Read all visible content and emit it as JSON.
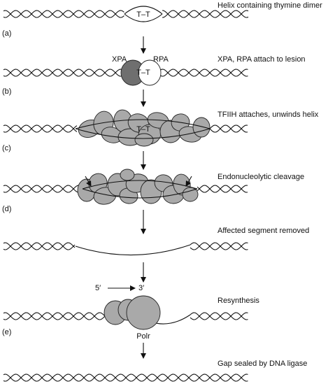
{
  "steps": [
    {
      "id": "a",
      "panel": "(a)",
      "caption": "Helix containing thymine dimer"
    },
    {
      "id": "b",
      "panel": "(b)",
      "caption": "XPA, RPA attach to lesion"
    },
    {
      "id": "c",
      "panel": "(c)",
      "caption": "TFIIH attaches, unwinds helix"
    },
    {
      "id": "d",
      "panel": "(d)",
      "caption": "Endonucleolytic cleavage"
    },
    {
      "id": "removed",
      "panel": "",
      "caption": "Affected segment removed"
    },
    {
      "id": "e",
      "panel": "(e)",
      "caption": "Resynthesis"
    },
    {
      "id": "sealed",
      "panel": "",
      "caption": "Gap sealed by DNA ligase"
    }
  ],
  "labels": {
    "dimer": "T–T",
    "xpa": "XPA",
    "rpa": "RPA",
    "five_prime": "5′",
    "three_prime": "3′",
    "polymerase": "Polr"
  }
}
